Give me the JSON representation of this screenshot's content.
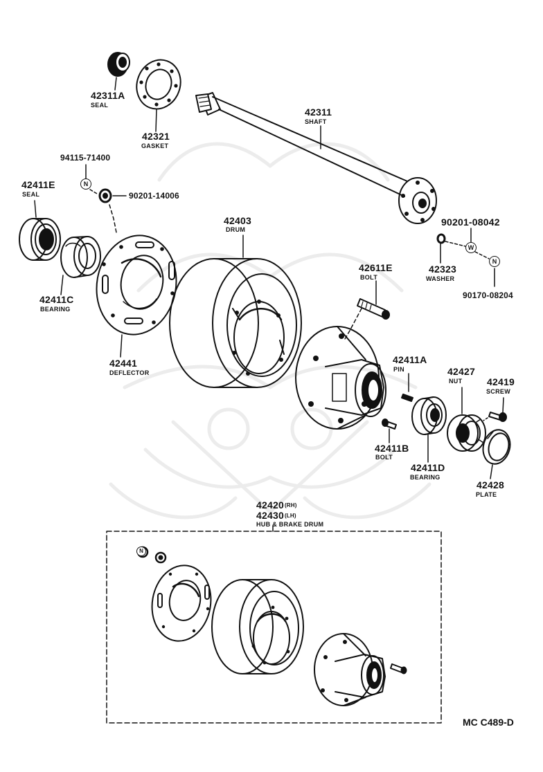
{
  "parts": [
    {
      "id": "seal_shaft",
      "number": "42311A",
      "name": "SEAL"
    },
    {
      "id": "gasket",
      "number": "42321",
      "name": "GASKET"
    },
    {
      "id": "shaft",
      "number": "42311",
      "name": "SHAFT"
    },
    {
      "id": "bolt_9411",
      "number": "94115-71400",
      "name": ""
    },
    {
      "id": "nut_90201_14006",
      "number": "90201-14006",
      "name": ""
    },
    {
      "id": "seal_hub",
      "number": "42411E",
      "name": "SEAL"
    },
    {
      "id": "drum",
      "number": "42403",
      "name": "DRUM"
    },
    {
      "id": "washer_90201_08042",
      "number": "90201-08042",
      "name": ""
    },
    {
      "id": "washer",
      "number": "42323",
      "name": "WASHER"
    },
    {
      "id": "nut_90170_08204",
      "number": "90170-08204",
      "name": ""
    },
    {
      "id": "bearing_inner",
      "number": "42411C",
      "name": "BEARING"
    },
    {
      "id": "hub_bolt",
      "number": "42611E",
      "name": "BOLT"
    },
    {
      "id": "deflector",
      "number": "42441",
      "name": "DEFLECTOR"
    },
    {
      "id": "pin",
      "number": "42411A",
      "name": "PIN"
    },
    {
      "id": "nut",
      "number": "42427",
      "name": "NUT"
    },
    {
      "id": "screw",
      "number": "42419",
      "name": "SCREW"
    },
    {
      "id": "bolt_small",
      "number": "42411B",
      "name": "BOLT"
    },
    {
      "id": "bearing_outer",
      "number": "42411D",
      "name": "BEARING"
    },
    {
      "id": "plate",
      "number": "42428",
      "name": "PLATE"
    }
  ],
  "assembly": {
    "number_rh": "42420",
    "suffix_rh": "(RH)",
    "number_lh": "42430",
    "suffix_lh": "(LH)",
    "name": "HUB & BRAKE DRUM"
  },
  "markers": {
    "nut": "N",
    "washer": "W"
  },
  "reference_code": "MC  C489-D"
}
